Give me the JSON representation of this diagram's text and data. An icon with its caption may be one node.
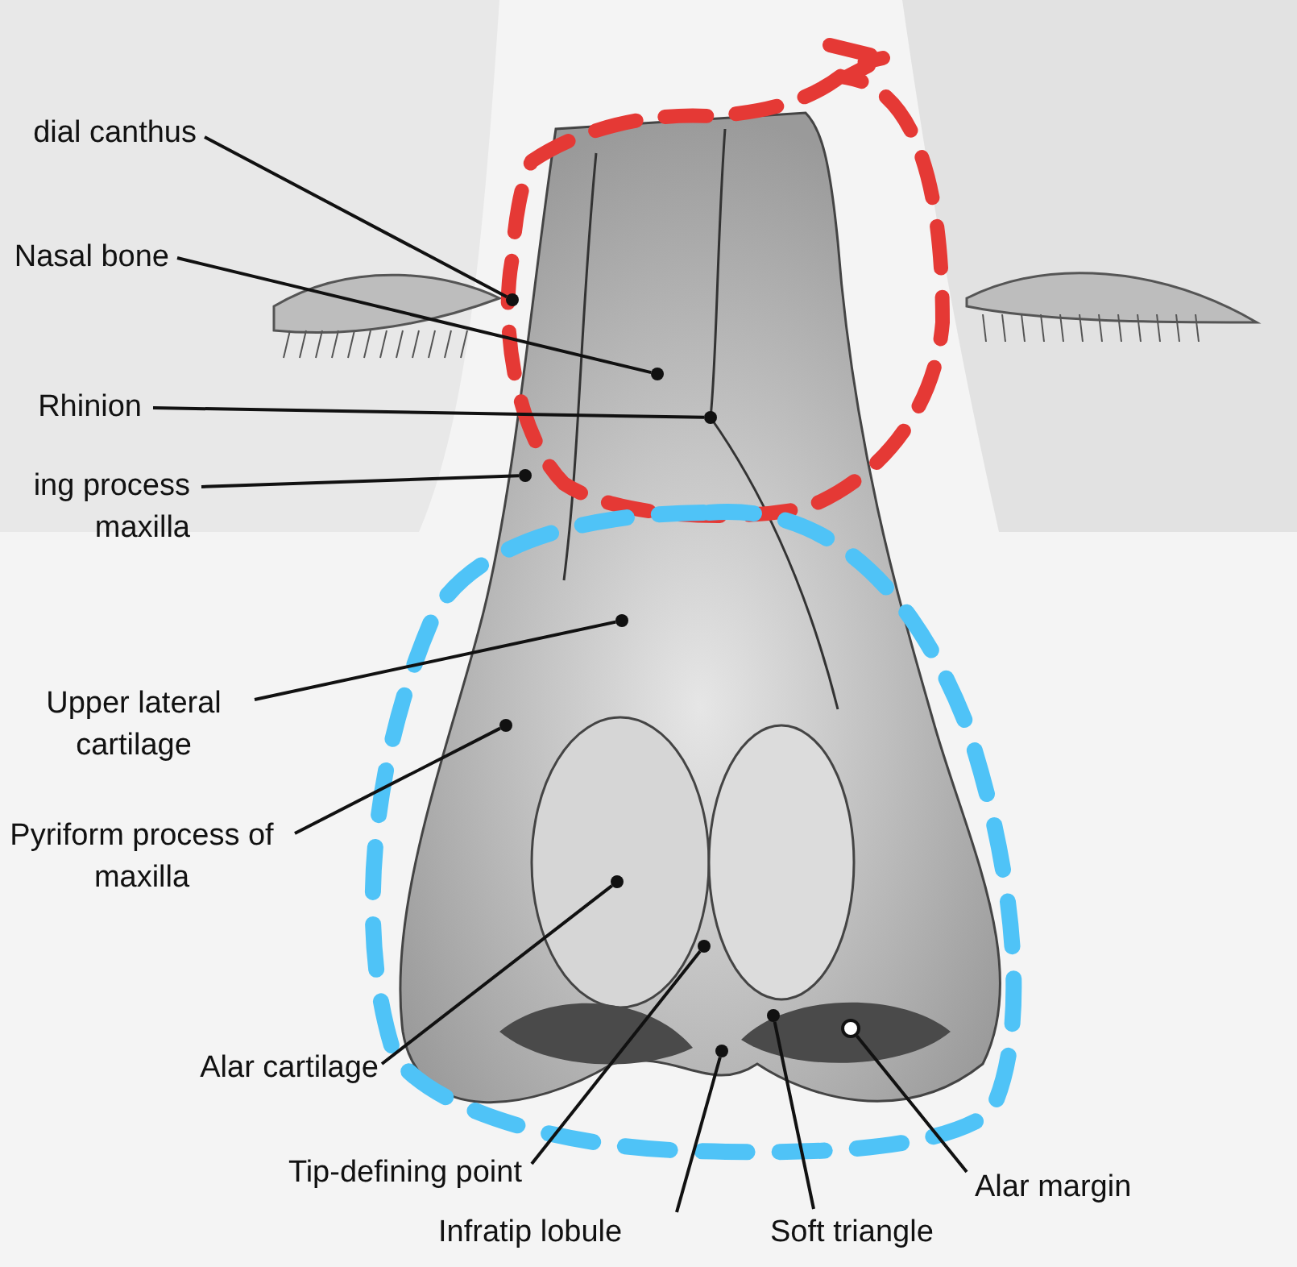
{
  "diagram": {
    "nodes": [
      {
        "text": [
          "dial canthus"
        ]
      },
      {
        "text": [
          "Nasal bone"
        ]
      },
      {
        "text": [
          "Rhinion"
        ]
      },
      {
        "text": [
          "ing process maxilla"
        ]
      },
      {
        "text": [
          "Upper lateral cartilage"
        ]
      },
      {
        "text": [
          "Pyriform process of maxilla"
        ]
      },
      {
        "text": [
          "Alar cartilage"
        ]
      },
      {
        "text": [
          "Tip-defining point"
        ]
      },
      {
        "text": [
          "Alar margin"
        ]
      },
      {
        "text": [
          "Infratip lobule"
        ]
      },
      {
        "text": [
          "Soft triangle"
        ]
      },
      {
        "text": [],
        "shape": "circle"
      },
      {
        "text": [],
        "shape": "circle"
      },
      {
        "text": [],
        "shape": "circle"
      },
      {
        "text": [],
        "shape": "circle"
      },
      {
        "text": [],
        "shape": "circle"
      },
      {
        "text": [],
        "shape": "circle"
      },
      {
        "text": [],
        "shape": "circle"
      },
      {
        "text": [],
        "shape": "circle"
      },
      {
        "text": [],
        "shape": "circle"
      },
      {
        "text": [],
        "shape": "circle"
      },
      {
        "text": [],
        "shape": "circle"
      }
    ],
    "edges": [
      {
        "from": 0,
        "to": 11,
        "arrow": "none"
      },
      {
        "from": 1,
        "to": 12,
        "arrow": "none"
      },
      {
        "from": 2,
        "to": 13,
        "arrow": "none"
      },
      {
        "from": 3,
        "to": 14,
        "arrow": "none"
      },
      {
        "from": 4,
        "to": 15,
        "arrow": "none"
      },
      {
        "from": 5,
        "to": 16,
        "arrow": "none"
      },
      {
        "from": 6,
        "to": 17,
        "arrow": "none"
      },
      {
        "from": 7,
        "to": 18,
        "arrow": "none"
      },
      {
        "from": 8,
        "to": 19,
        "arrow": "none"
      },
      {
        "from": 9,
        "to": 20,
        "arrow": "none"
      },
      {
        "from": 10,
        "to": 21,
        "arrow": "none"
      }
    ]
  }
}
